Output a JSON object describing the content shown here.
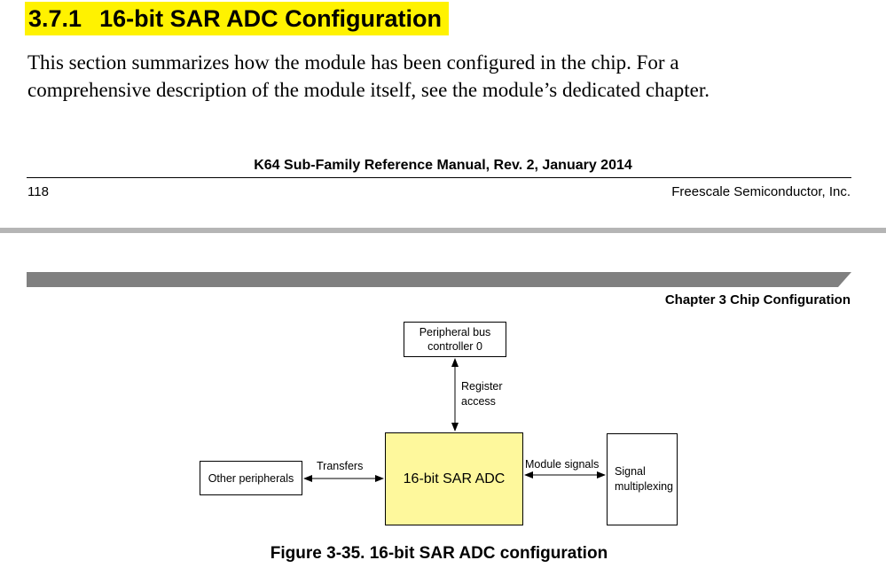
{
  "section": {
    "number": "3.7.1",
    "title": "16-bit SAR ADC Configuration",
    "highlight_color": "#fff200",
    "body_line1": "This section summarizes how the module has been configured in the chip. For a",
    "body_line2": "comprehensive description of the module itself, see the module’s dedicated chapter."
  },
  "footer": {
    "manual_title": "K64 Sub-Family Reference Manual, Rev. 2, January 2014",
    "page_number": "118",
    "company": "Freescale Semiconductor, Inc."
  },
  "next_page_header": {
    "chapter_title": "Chapter 3 Chip Configuration",
    "bar_color": "#808080"
  },
  "diagram": {
    "peripheral_bus_line1": "Peripheral bus",
    "peripheral_bus_line2": "controller 0",
    "register_access_line1": "Register",
    "register_access_line2": "access",
    "adc_block": "16-bit SAR ADC",
    "adc_fill": "#fef89c",
    "other_peripherals": "Other peripherals",
    "transfers": "Transfers",
    "module_signals": "Module signals",
    "signal_mux_line1": "Signal",
    "signal_mux_line2": "multiplexing",
    "caption": "Figure 3-35. 16-bit SAR ADC configuration"
  }
}
